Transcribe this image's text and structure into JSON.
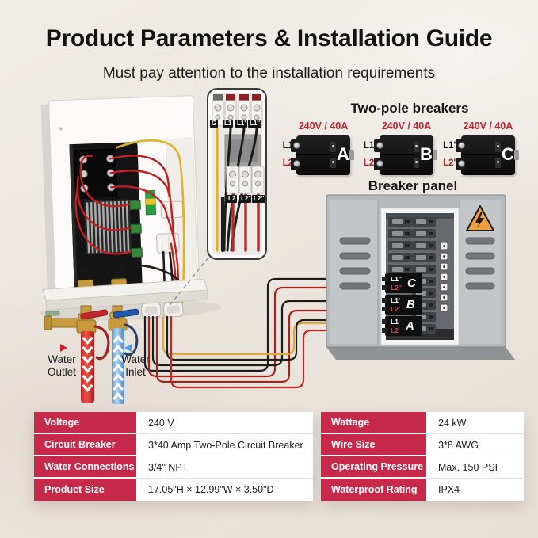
{
  "header": {
    "title": "Product Parameters & Installation Guide",
    "subtitle": "Must pay attention to the installation requirements"
  },
  "diagram": {
    "two_pole": {
      "heading": "Two-pole breakers",
      "breakers": [
        {
          "rating": "240V / 40A",
          "l1": "L1",
          "l2": "L2",
          "letter": "A"
        },
        {
          "rating": "240V / 40A",
          "l1": "L1'",
          "l2": "L2'",
          "letter": "B"
        },
        {
          "rating": "240V / 40A",
          "l1": "L1''",
          "l2": "L2''",
          "letter": "C"
        }
      ]
    },
    "panel": {
      "heading": "Breaker panel",
      "slots": [
        {
          "l1": "L1''",
          "l2": "L2''",
          "letter": "C"
        },
        {
          "l1": "L1'",
          "l2": "L2'",
          "letter": "B"
        },
        {
          "l1": "L1",
          "l2": "L2",
          "letter": "A"
        }
      ]
    },
    "inset": {
      "top_terminals": [
        "G",
        "L1",
        "L1'",
        "L1''"
      ],
      "bottom_terminals": [
        "L2",
        "L2'",
        "L2''"
      ]
    },
    "water": {
      "outlet": "Water Outlet",
      "inlet": "Water Inlet"
    }
  },
  "tables": {
    "left": {
      "rows": [
        {
          "label": "Voltage",
          "value": "240 V"
        },
        {
          "label": "Circuit Breaker",
          "value": "3*40 Amp Two-Pole Circuit Breaker"
        },
        {
          "label": "Water Connections",
          "value": "3/4\" NPT"
        },
        {
          "label": "Product Size",
          "value": "17.05\"H × 12.99\"W × 3.50\"D"
        }
      ]
    },
    "right": {
      "rows": [
        {
          "label": "Wattage",
          "value": "24 kW"
        },
        {
          "label": "Wire Size",
          "value": "3*8 AWG"
        },
        {
          "label": "Operating Pressure",
          "value": "Max. 150 PSI"
        },
        {
          "label": "Waterproof Rating",
          "value": "IPX4"
        }
      ]
    }
  },
  "colors": {
    "table_red": "#c7294a",
    "rating_red": "#bf2430",
    "l2_red": "#b5232a",
    "wire_red": "#c22020",
    "wire_yellow": "#ddb32b",
    "wire_black": "#1c1c1c",
    "pipe_red": "#d8322c",
    "pipe_blue": "#7fb3e6",
    "warning_orange": "#f0a13f"
  }
}
